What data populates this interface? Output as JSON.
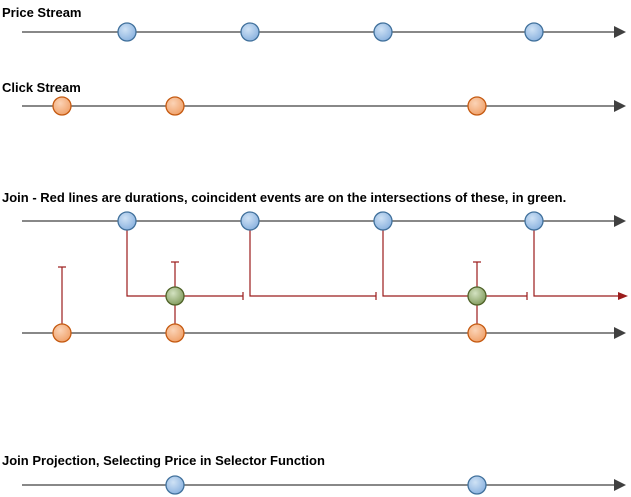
{
  "colors": {
    "axis": "#404040",
    "duration": "#9b1c1c",
    "price_fill": "#9dc3e6",
    "price_stroke": "#41719c",
    "click_fill": "#f4b183",
    "click_stroke": "#c55a11",
    "join_fill": "#a9c18a",
    "join_stroke": "#4f6228"
  },
  "sections": {
    "price_stream": {
      "title": "Price Stream",
      "events": [
        1,
        2,
        3,
        4
      ]
    },
    "click_stream": {
      "title": "Click Stream",
      "events": [
        1,
        2,
        3
      ]
    },
    "join": {
      "title": "Join - Red lines are durations, coincident events are on the intersections of these, in green.",
      "price_events": [
        1,
        2,
        3,
        4
      ],
      "click_events": [
        1,
        2,
        3
      ],
      "coincident_events": [
        1,
        2
      ]
    },
    "join_projection": {
      "title": "Join Projection, Selecting Price in Selector Function",
      "events": [
        1,
        2
      ]
    }
  }
}
